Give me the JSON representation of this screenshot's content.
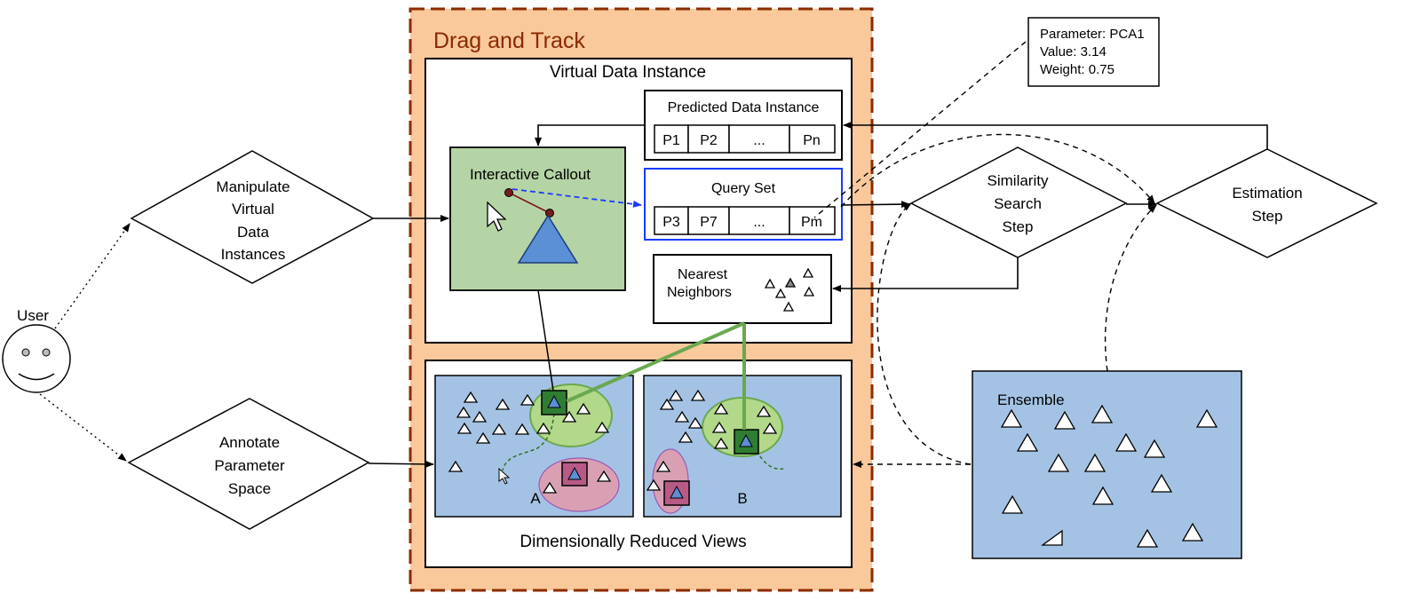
{
  "colors": {
    "frame_fill": "#f9c89b",
    "frame_border": "#8b2c00",
    "callout_fill": "#b5d4a6",
    "view_fill": "#a4c3e4",
    "green_ellipse": "#b2d88a",
    "pink_ellipse": "#d9a0b4",
    "query_border": "#1a3cff",
    "triangle_blue": "#5b8fd6"
  },
  "labels": {
    "drag_track": "Drag and Track",
    "virtual_instance": "Virtual Data Instance",
    "predicted_instance": "Predicted Data Instance",
    "interactive_callout": "Interactive Callout",
    "query_set": "Query Set",
    "nn_line1": "Nearest",
    "nn_line2": "Neighbors",
    "reduced_views": "Dimensionally Reduced Views",
    "view_a": "A",
    "view_b": "B",
    "similarity": [
      "Similarity",
      "Search",
      "Step"
    ],
    "estimation": [
      "Estimation",
      "Step"
    ],
    "manipulate": [
      "Manipulate",
      "Virtual",
      "Data",
      "Instances"
    ],
    "annotate": [
      "Annotate",
      "Parameter",
      "Space"
    ],
    "user": "User",
    "ensemble": "Ensemble"
  },
  "predicted_cells": [
    "P1",
    "P2",
    "...",
    "Pn"
  ],
  "query_cells": [
    "P3",
    "P7",
    "...",
    "Pm"
  ],
  "param_box": [
    "Parameter: PCA1",
    "Value: 3.14",
    "Weight: 0.75"
  ],
  "icons": [
    "cursor-icon",
    "smiley-face-icon"
  ]
}
